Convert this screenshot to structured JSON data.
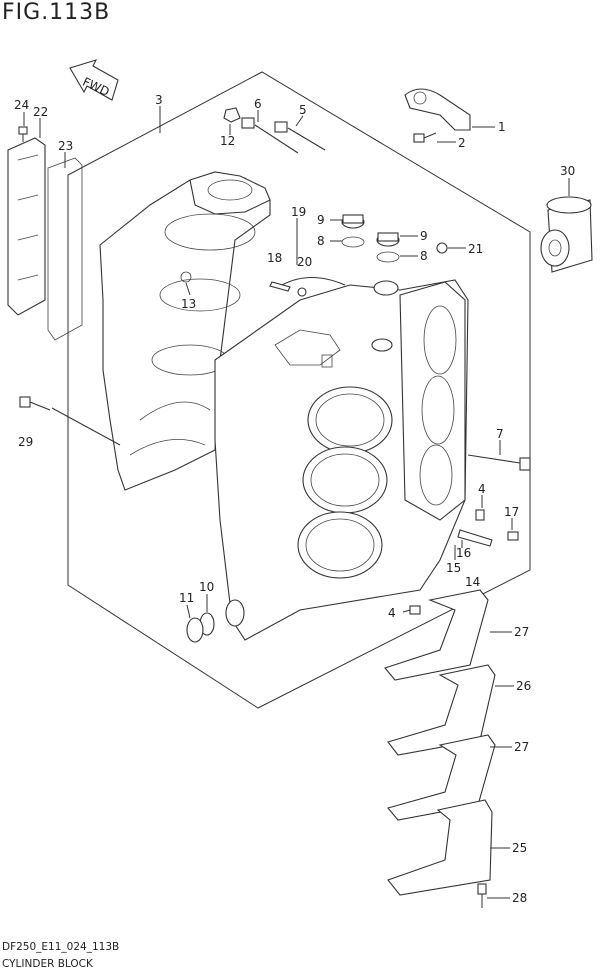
{
  "figure": {
    "title": "FIG.113B",
    "arrow_label": "FWD",
    "code": "DF250_E11_024_113B",
    "name": "CYLINDER BLOCK"
  },
  "callouts": [
    "1",
    "2",
    "3",
    "4",
    "4",
    "5",
    "6",
    "7",
    "8",
    "8",
    "9",
    "9",
    "10",
    "11",
    "12",
    "13",
    "14",
    "15",
    "16",
    "17",
    "18",
    "19",
    "20",
    "21",
    "22",
    "23",
    "24",
    "25",
    "26",
    "27",
    "27",
    "28",
    "29",
    "30"
  ]
}
